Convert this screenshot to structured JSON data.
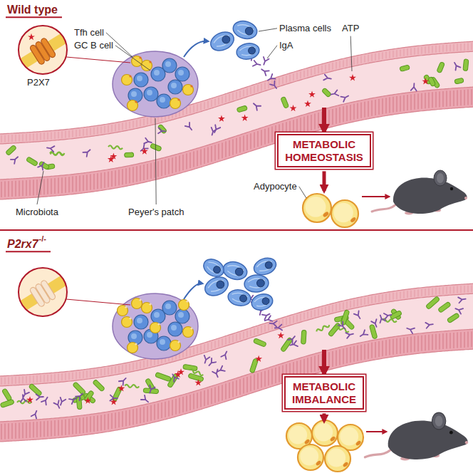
{
  "diagram": {
    "nodes": [
      {
        "text": [
          "METABOLIC HOMEOSTASIS"
        ]
      },
      {
        "text": [
          "METABOLIC IMBALANCE"
        ]
      }
    ],
    "labels": [
      "Wild type",
      "P2X7",
      "Tfh cell",
      "GC B cell",
      "Plasma cells",
      "IgA",
      "ATP",
      "Microbiota",
      "Peyer's patch",
      "Adypocyte",
      "P2rx7",
      "-/-"
    ]
  }
}
